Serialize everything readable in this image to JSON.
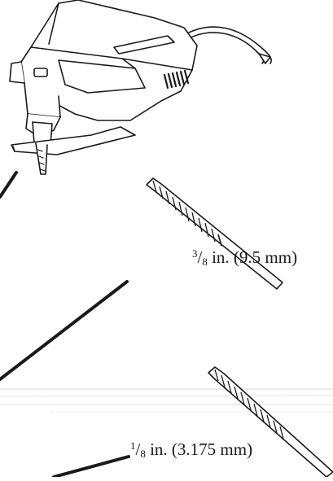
{
  "labels": {
    "large_bit": {
      "numerator": "3",
      "denominator": "8",
      "rest": " in. (9.5 mm)"
    },
    "small_bit": {
      "numerator": "1",
      "denominator": "8",
      "rest": " in. (3.175 mm)"
    }
  },
  "colors": {
    "line": "#1a1a1a",
    "background": "#ffffff",
    "faint_rule": "#cfcfcf"
  },
  "icons": [
    "jigsaw-icon",
    "drill-bit-large-icon",
    "drill-bit-small-icon"
  ]
}
